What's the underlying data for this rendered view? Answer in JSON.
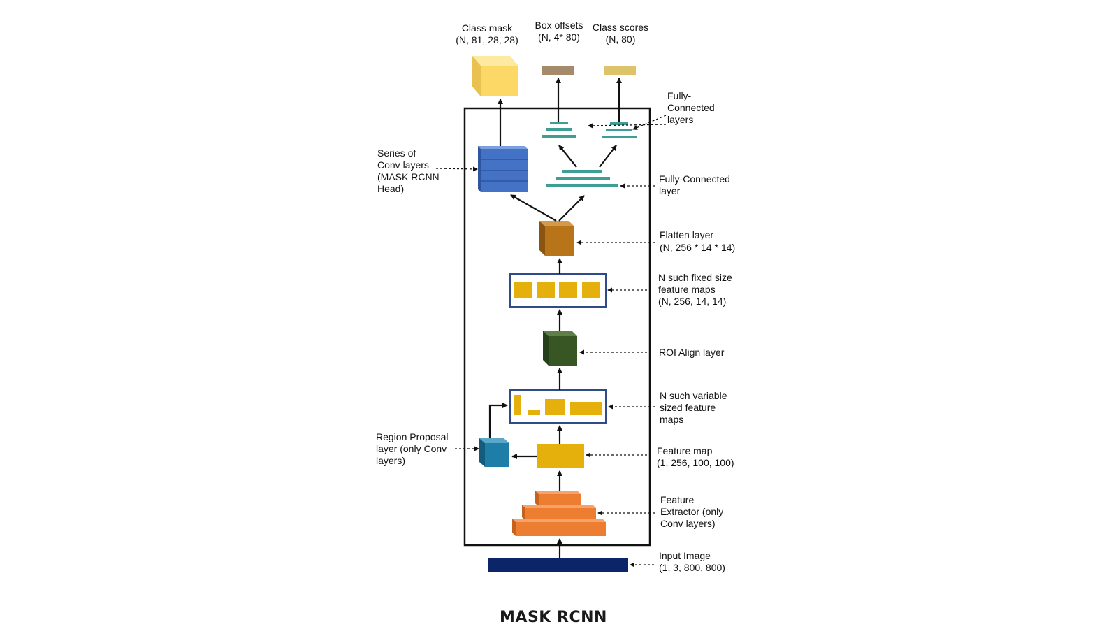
{
  "title": "MASK RCNN",
  "outputs": {
    "class_mask": [
      "Class mask",
      "(N, 81, 28, 28)"
    ],
    "box_offsets": [
      "Box offsets",
      "(N, 4* 80)"
    ],
    "class_scores": [
      "Class scores",
      "(N, 80)"
    ]
  },
  "labels": {
    "fc_layers": [
      "Fully-",
      "Connected",
      "layers"
    ],
    "conv_head": [
      "Series of",
      "Conv layers",
      "(MASK RCNN",
      "Head)"
    ],
    "fc_layer": [
      "Fully-Connected",
      "layer"
    ],
    "flatten": [
      "Flatten layer",
      "(N, 256 * 14 * 14)"
    ],
    "fixed_maps": [
      "N such fixed size",
      "feature maps",
      "(N, 256, 14, 14)"
    ],
    "roi_align": [
      "ROI Align layer"
    ],
    "variable_maps": [
      "N such variable",
      "sized feature",
      "maps"
    ],
    "rpn": [
      "Region Proposal",
      "layer (only Conv",
      "layers)"
    ],
    "feature_map": [
      "Feature map",
      "(1, 256,  100, 100)"
    ],
    "extractor": [
      "Feature",
      "Extractor (only",
      "Conv layers)"
    ],
    "input": [
      "Input Image",
      "(1, 3, 800, 800)"
    ]
  },
  "colors": {
    "mask_yellow": "#fcd966",
    "box_brown": "#a58b6c",
    "score_yellow": "#ddc36a",
    "fc_teal": "#3f9e93",
    "conv_blue": "#4472c4",
    "flatten_brown": "#b87419",
    "map_yellow": "#e6b00c",
    "roi_green": "#375623",
    "rpn_blue": "#1f7ea8",
    "extractor_orange": "#ed7d31",
    "input_navy": "#0c2568",
    "frame_blue": "#2f4a8a"
  }
}
